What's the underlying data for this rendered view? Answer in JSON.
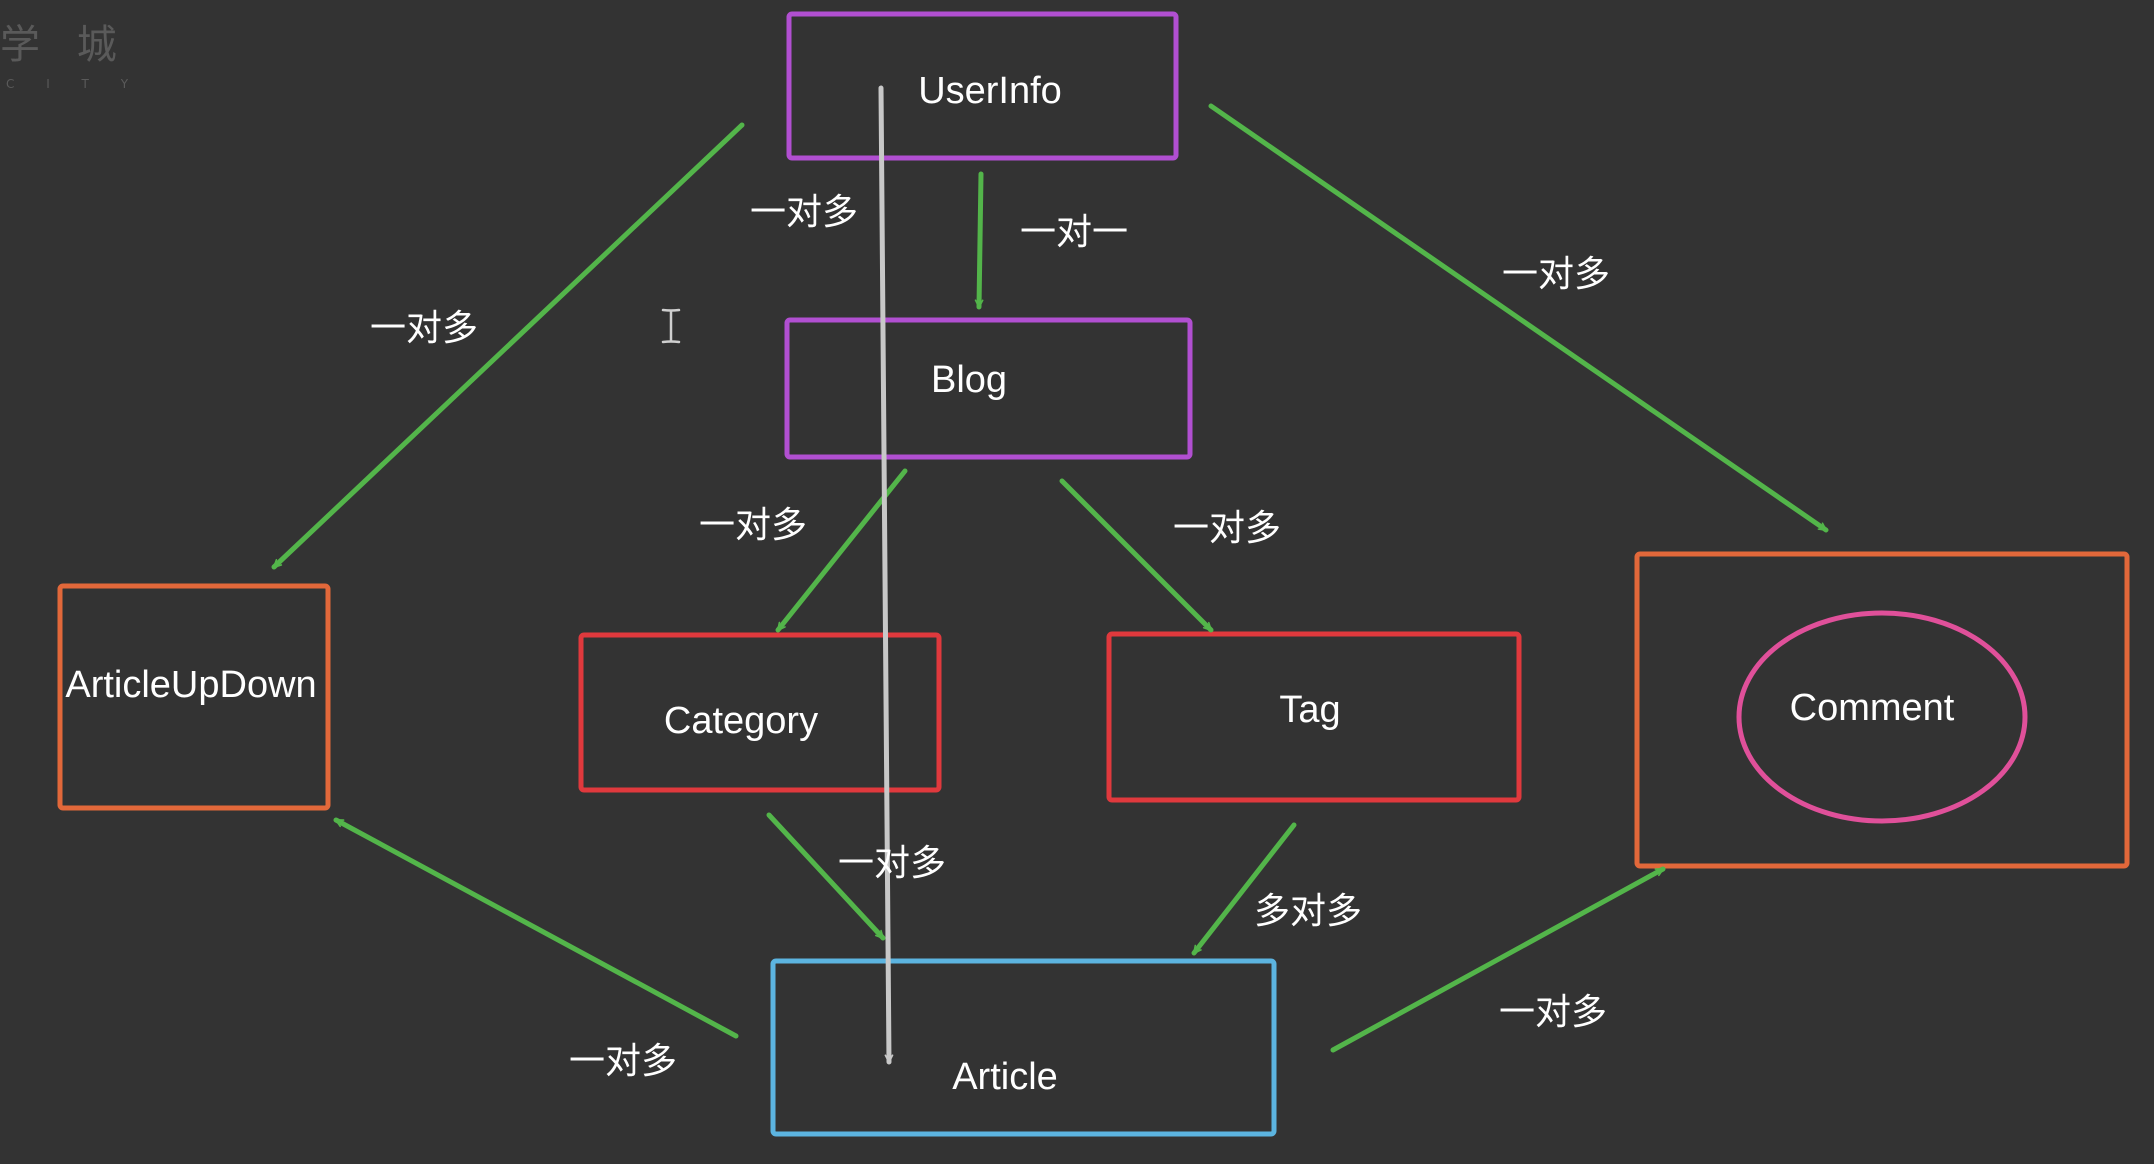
{
  "watermark": {
    "title": "学 城",
    "subtitle": "C I T Y"
  },
  "colors": {
    "background": "#333333",
    "purple": "#b14fd1",
    "red": "#e0393d",
    "orange": "#e2683a",
    "blue": "#5cb4e0",
    "pink": "#e0509a",
    "green": "#53b54a",
    "gray": "#c8c8c8"
  },
  "nodes": {
    "userinfo": {
      "label": "UserInfo"
    },
    "blog": {
      "label": "Blog"
    },
    "articleupdown": {
      "label": "ArticleUpDown"
    },
    "category": {
      "label": "Category"
    },
    "tag": {
      "label": "Tag"
    },
    "comment": {
      "label": "Comment"
    },
    "article": {
      "label": "Article"
    }
  },
  "edges": {
    "userinfo_blog": {
      "label": "一对一"
    },
    "userinfo_article": {
      "label": "一对多"
    },
    "userinfo_articleupdown": {
      "label": "一对多"
    },
    "userinfo_comment": {
      "label": "一对多"
    },
    "blog_category": {
      "label": "一对多"
    },
    "blog_tag": {
      "label": "一对多"
    },
    "category_article": {
      "label": "一对多"
    },
    "tag_article": {
      "label": "多对多"
    },
    "article_articleupdown": {
      "label": "一对多"
    },
    "article_comment": {
      "label": "一对多"
    }
  }
}
